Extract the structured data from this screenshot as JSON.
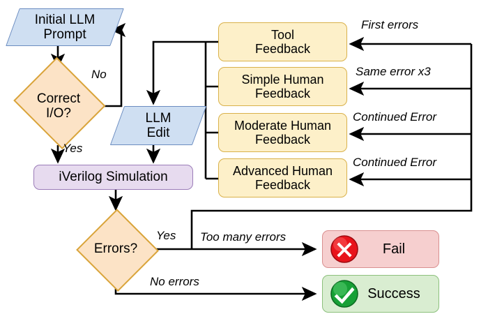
{
  "diagram": {
    "title": "LLM Verilog generation feedback loop flowchart",
    "colors": {
      "io_fill": "#cfdff2",
      "io_stroke": "#6b8cc0",
      "decision_fill": "#fce3c6",
      "decision_stroke": "#d9a43a",
      "feedback_fill": "#fdf0c9",
      "feedback_stroke": "#d9b14a",
      "sim_fill": "#e7dbef",
      "sim_stroke": "#9b7cb8",
      "fail_fill": "#f6cfcf",
      "fail_stroke": "#d98f8f",
      "success_fill": "#d9edd1",
      "success_stroke": "#8cc07c",
      "fail_badge": "#e8131b",
      "success_badge": "#17a036",
      "edge": "#000000"
    }
  },
  "nodes": {
    "initial_prompt": {
      "line1": "Initial LLM",
      "line2": "Prompt"
    },
    "correct_io": {
      "line1": "Correct",
      "line2": "I/O?"
    },
    "llm_edit": {
      "line1": "LLM",
      "line2": "Edit"
    },
    "simulation": {
      "label": "iVerilog Simulation"
    },
    "errors": {
      "label": "Errors?"
    },
    "fail": {
      "label": "Fail",
      "icon": "error-cross-icon"
    },
    "success": {
      "label": "Success",
      "icon": "success-check-icon"
    }
  },
  "feedback_boxes": [
    {
      "line1": "Tool",
      "line2": "Feedback"
    },
    {
      "line1": "Simple Human",
      "line2": "Feedback"
    },
    {
      "line1": "Moderate Human",
      "line2": "Feedback"
    },
    {
      "line1": "Advanced Human",
      "line2": "Feedback"
    }
  ],
  "edge_labels": {
    "no_loop": "No",
    "yes_correct": "Yes",
    "yes_errors": "Yes",
    "first_errors": "First errors",
    "same_error_x3": "Same error x3",
    "continued_error_1": "Continued Error",
    "continued_error_2": "Continued Error",
    "too_many_errors": "Too many errors",
    "no_errors": "No errors"
  }
}
